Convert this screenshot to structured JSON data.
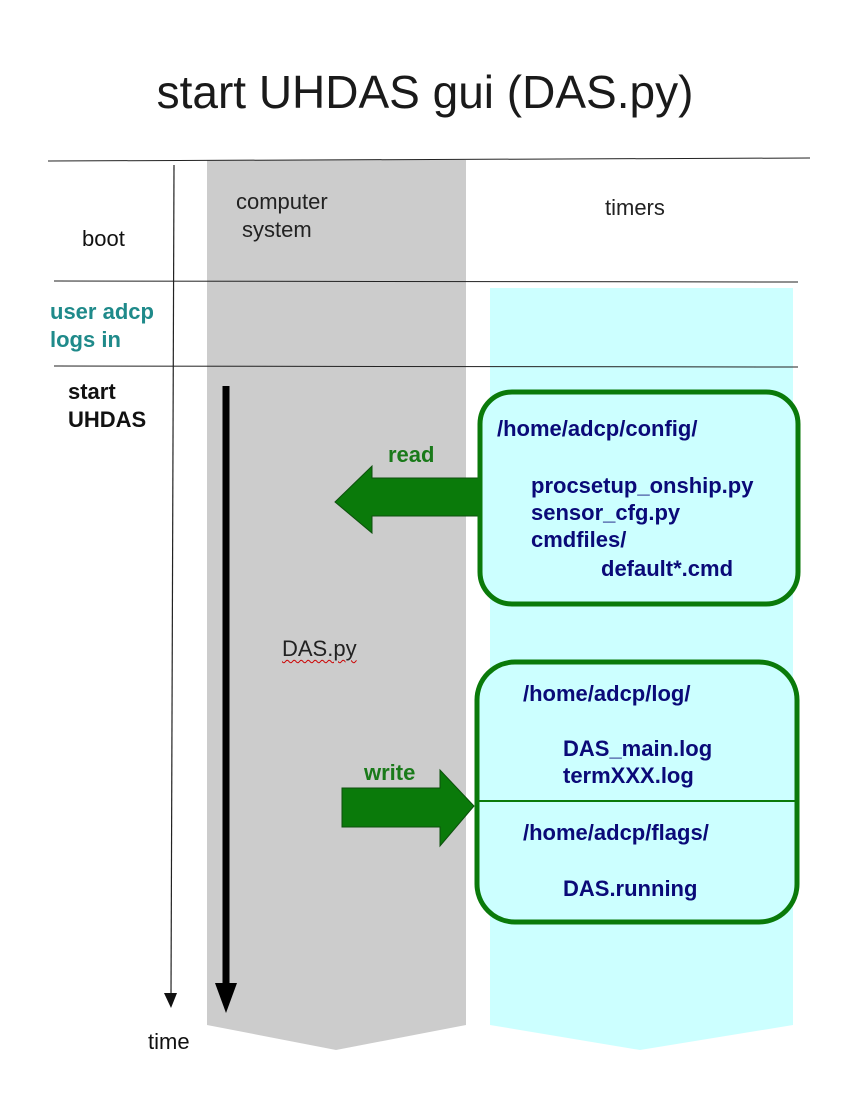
{
  "title": "start UHDAS gui (DAS.py)",
  "columns": {
    "computer_system_line1": "computer",
    "computer_system_line2": "system",
    "timers": "timers"
  },
  "rows": {
    "boot": "boot",
    "user_adcp_line1": "user adcp",
    "user_adcp_line2": "logs in",
    "start_uhdas_line1": "start",
    "start_uhdas_line2": "UHDAS"
  },
  "process_label": "DAS.py",
  "time_label": "time",
  "arrows": {
    "read": "read",
    "write": "write"
  },
  "config_box": {
    "path": "/home/adcp/config/",
    "files": [
      "procsetup_onship.py",
      "sensor_cfg.py",
      "cmdfiles/",
      "default*.cmd"
    ]
  },
  "log_box": {
    "log_path": "/home/adcp/log/",
    "log_files": [
      "DAS_main.log",
      "termXXX.log"
    ],
    "flags_path": "/home/adcp/flags/",
    "flag_files": [
      "DAS.running"
    ]
  },
  "colors": {
    "computer_column": "#cccccc",
    "timers_column": "#ccffff",
    "box_border": "#0a7a0a",
    "arrow_fill": "#0a7a0a",
    "file_text": "#0a0a78",
    "row_teal": "#1f8a8a"
  }
}
